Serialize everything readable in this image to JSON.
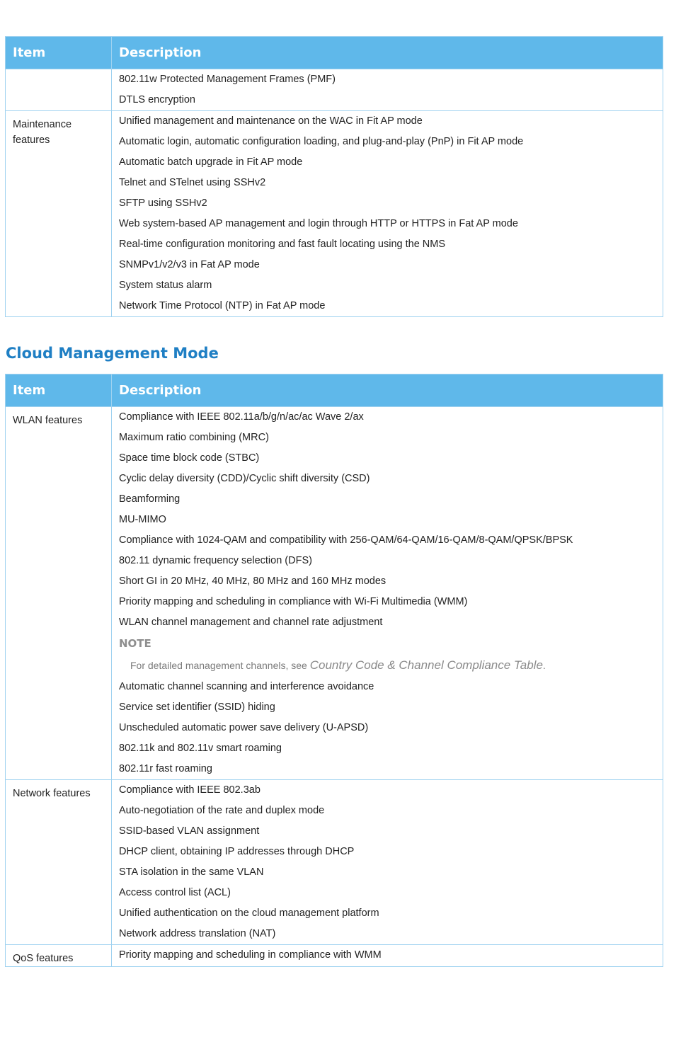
{
  "table1": {
    "header": {
      "item": "Item",
      "description": "Description"
    },
    "rows": [
      {
        "item": "",
        "lines": [
          "802.11w Protected Management Frames (PMF)",
          "DTLS encryption"
        ]
      },
      {
        "item": "Maintenance features",
        "lines": [
          "Unified management and maintenance on the WAC in Fit AP mode",
          "Automatic login, automatic configuration loading, and plug-and-play (PnP) in Fit AP mode",
          "Automatic batch upgrade in Fit AP mode",
          "Telnet and STelnet using SSHv2",
          "SFTP using SSHv2",
          "Web system-based AP management and login through HTTP or HTTPS in Fat AP mode",
          "Real-time configuration monitoring and fast fault locating using the NMS",
          "SNMPv1/v2/v3 in Fat AP mode",
          "System status alarm",
          "Network Time Protocol (NTP) in Fat AP mode"
        ]
      }
    ]
  },
  "section": {
    "title": "Cloud Management Mode"
  },
  "table2": {
    "header": {
      "item": "Item",
      "description": "Description"
    },
    "wlan": {
      "item": "WLAN features",
      "lines_before_note": [
        "Compliance with IEEE 802.11a/b/g/n/ac/ac Wave 2/ax",
        "Maximum ratio combining (MRC)",
        "Space time block code (STBC)",
        "Cyclic delay diversity (CDD)/Cyclic shift diversity (CSD)",
        "Beamforming",
        "MU-MIMO",
        "Compliance with 1024-QAM and compatibility with 256-QAM/64-QAM/16-QAM/8-QAM/QPSK/BPSK",
        "802.11 dynamic frequency selection (DFS)",
        "Short GI in 20 MHz, 40 MHz, 80 MHz and 160 MHz modes",
        "Priority mapping and scheduling in compliance with Wi-Fi Multimedia (WMM)",
        "WLAN channel management and channel rate adjustment"
      ],
      "note": {
        "title": "NOTE",
        "text": "For detailed management channels, see ",
        "reference": "Country Code & Channel Compliance Table",
        "suffix": "."
      },
      "lines_after_note": [
        "Automatic channel scanning and interference avoidance",
        "Service set identifier (SSID) hiding",
        "Unscheduled automatic power save delivery (U-APSD)",
        "802.11k and 802.11v smart roaming",
        "802.11r fast roaming"
      ]
    },
    "network": {
      "item": "Network features",
      "lines": [
        "Compliance with IEEE 802.3ab",
        "Auto-negotiation of the rate and duplex mode",
        "SSID-based VLAN assignment",
        "DHCP client, obtaining IP addresses through DHCP",
        "STA isolation in the same VLAN",
        "Access control list (ACL)",
        "Unified authentication on the cloud management platform",
        "Network address translation (NAT)"
      ]
    },
    "qos": {
      "item": "QoS features",
      "lines": [
        "Priority mapping and scheduling in compliance with WMM"
      ]
    }
  }
}
